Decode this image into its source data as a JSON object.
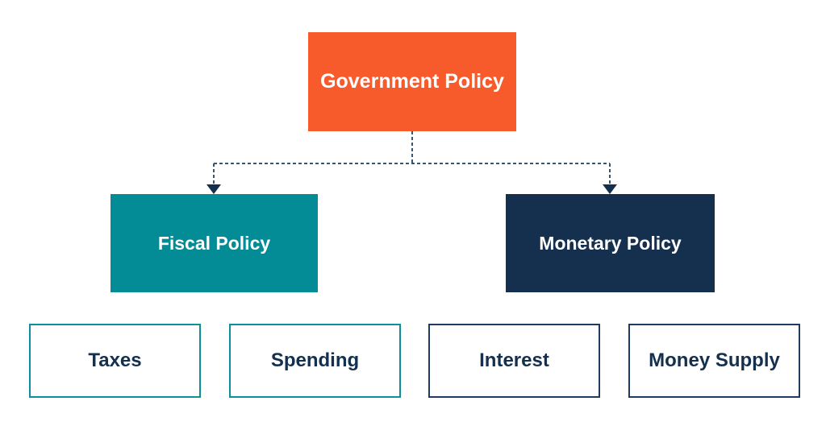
{
  "diagram": {
    "background": "#FFFFFF",
    "root": {
      "label": "Government Policy",
      "fill": "#F75B2B",
      "text_color": "#FFFFFF"
    },
    "branches": [
      {
        "label": "Fiscal Policy",
        "fill": "#038B96",
        "text_color": "#FFFFFF",
        "child_border": "#0D8F9A",
        "children": [
          {
            "label": "Taxes"
          },
          {
            "label": "Spending"
          }
        ]
      },
      {
        "label": "Monetary Policy",
        "fill": "#14304E",
        "text_color": "#FFFFFF",
        "child_border": "#1F3B61",
        "children": [
          {
            "label": "Interest"
          },
          {
            "label": "Money Supply"
          }
        ]
      }
    ],
    "leaf_text_color": "#14304E",
    "connector": {
      "style": "dashed",
      "color": "#375672",
      "arrow_color": "#14304E"
    }
  }
}
